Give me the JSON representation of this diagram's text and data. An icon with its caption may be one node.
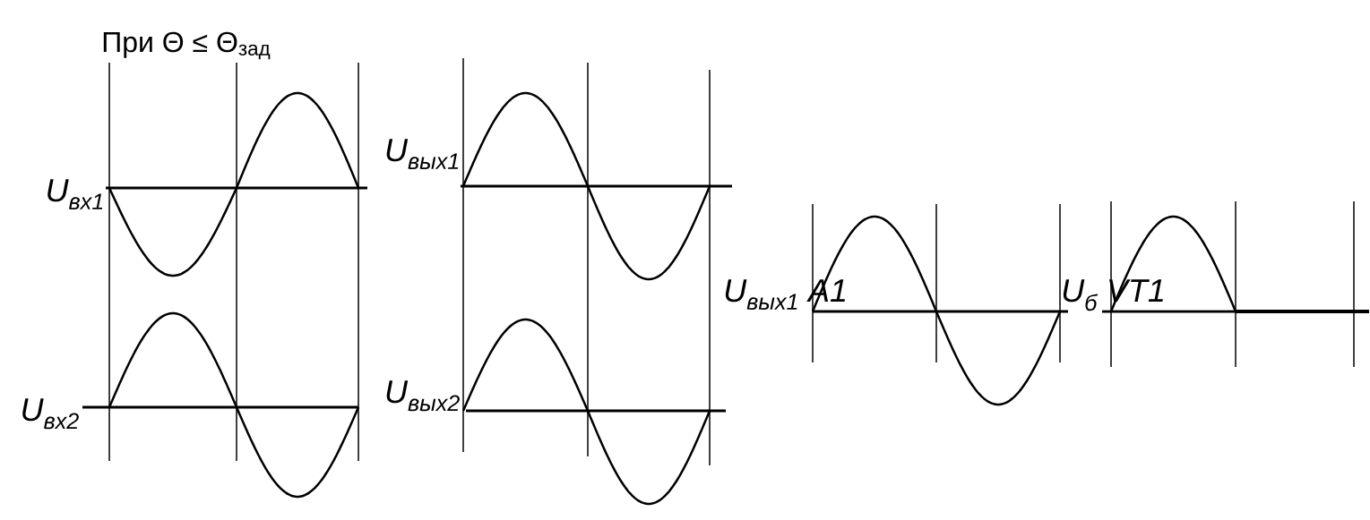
{
  "diagram": {
    "title": "При Θ ≤ Θ$_{зад}$",
    "labels": [
      "U$_{вх1}$",
      "U$_{вых1}$",
      "U$_{вых1}$ A1",
      "U$_{б}$ VT1",
      "U$_{вх2}$",
      "U$_{вых2}$"
    ]
  }
}
